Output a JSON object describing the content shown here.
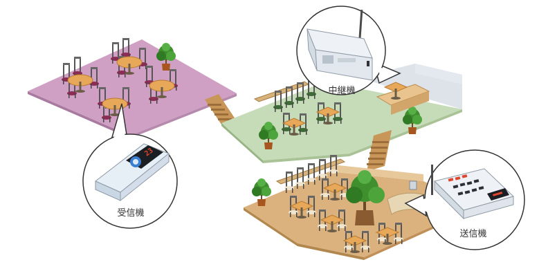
{
  "labels": {
    "receiver": "受信機",
    "repeater": "中継機",
    "transmitter": "送信機"
  },
  "receiver_display": "23",
  "colors": {
    "floor_top": "#cfa0c4",
    "floor_middle": "#c6dcb8",
    "floor_bottom": "#dbb27d",
    "accent_red": "#e0462e",
    "accent_blue": "#3b7fd0",
    "device_body": "#e6eef6"
  }
}
